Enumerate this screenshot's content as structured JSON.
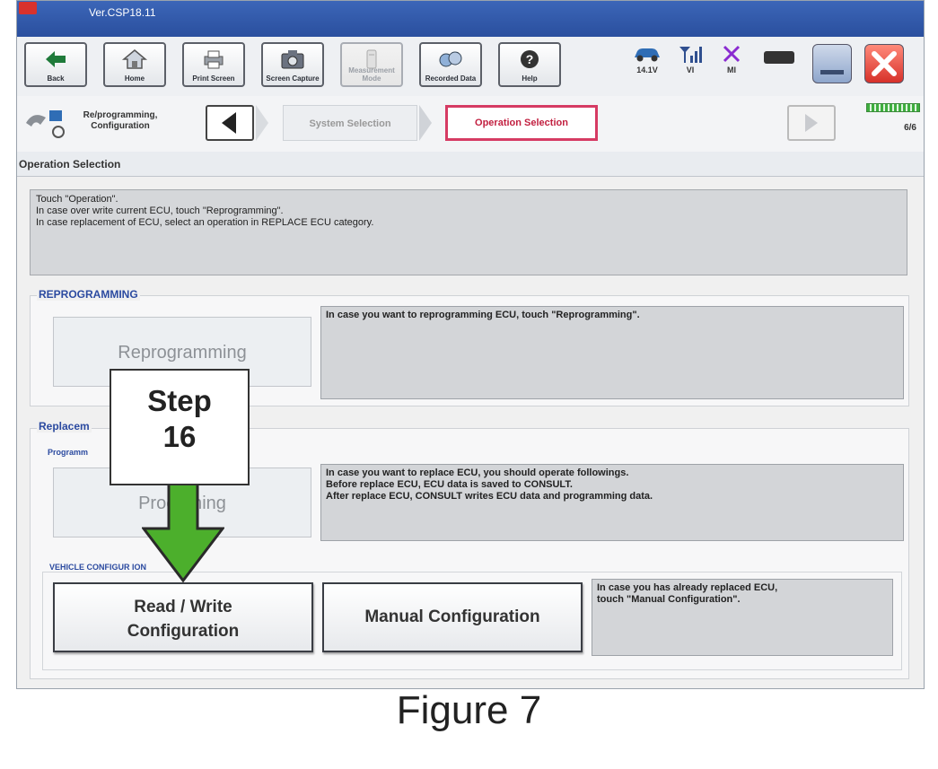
{
  "window": {
    "version": "Ver.CSP18.11"
  },
  "toolbar": {
    "buttons": [
      {
        "label": "Back",
        "icon": "back-arrow-icon",
        "enabled": true
      },
      {
        "label": "Home",
        "icon": "home-icon",
        "enabled": true
      },
      {
        "label": "Print Screen",
        "icon": "printer-icon",
        "enabled": true
      },
      {
        "label": "Screen Capture",
        "icon": "camera-icon",
        "enabled": true
      },
      {
        "label": "Measurement Mode",
        "icon": "meter-icon",
        "enabled": false
      },
      {
        "label": "Recorded Data",
        "icon": "recorded-data-icon",
        "enabled": true
      },
      {
        "label": "Help",
        "icon": "help-icon",
        "enabled": true
      }
    ],
    "status": {
      "voltage": "14.1V",
      "vi_label": "VI",
      "mi_label": "MI"
    }
  },
  "breadcrumb": {
    "title": "Re/programming, Configuration",
    "steps": [
      "System Selection",
      "Operation Selection"
    ],
    "active_step": "Operation Selection",
    "page_counter": "6/6"
  },
  "page_header": "Operation Selection",
  "instructions": [
    "Touch  \"Operation\".",
    "In case over write current ECU, touch \"Reprogramming\".",
    "In case replacement of ECU, select an operation in REPLACE ECU category."
  ],
  "reprogramming": {
    "section_title": "REPROGRAMMING",
    "button": "Reprogramming",
    "description": "In case you want to reprogramming ECU, touch \"Reprogramming\"."
  },
  "replacement": {
    "section_title": "Replacem",
    "programming_subtitle": "Programm",
    "programming_button": "Progr      ming",
    "programming_description": [
      "In case you want to replace ECU, you should operate followings.",
      "Before replace ECU, ECU data is saved to CONSULT.",
      "After replace ECU, CONSULT writes ECU data and programming data."
    ],
    "vehicle_config_subtitle": "VEHICLE CONFIGUR     ION",
    "read_write_button": [
      "Read / Write",
      "Configuration"
    ],
    "manual_button": "Manual Configuration",
    "manual_description": [
      "In case you has already replaced ECU,",
      "touch \"Manual Configuration\"."
    ]
  },
  "callout": {
    "line1": "Step",
    "line2": "16",
    "arrow_color": "#4caf2c"
  },
  "caption": "Figure 7",
  "colors": {
    "titlebar": "#2a4f9e",
    "active_crumb": "#d63b63",
    "section_title": "#2b4aa0",
    "close_button": "#e8453c"
  }
}
